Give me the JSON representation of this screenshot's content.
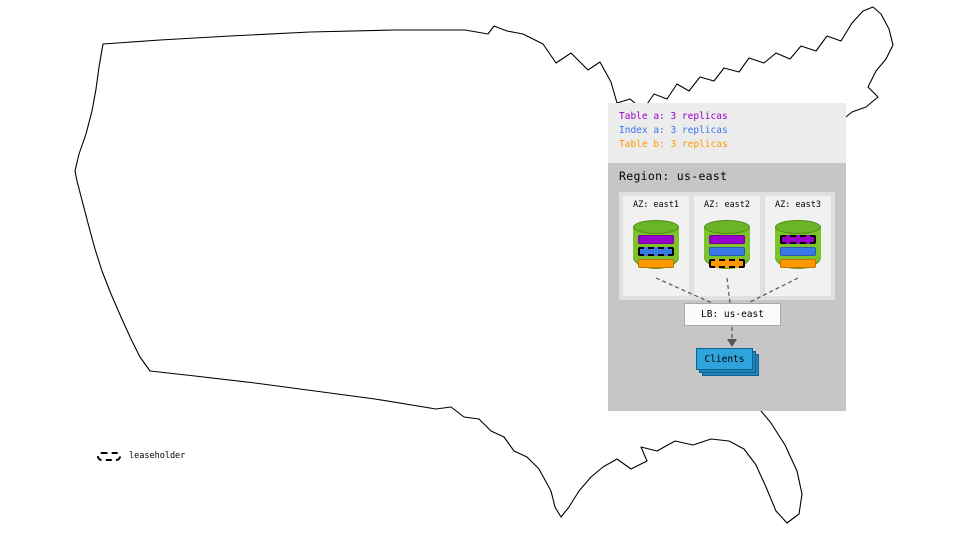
{
  "replica_legend": {
    "items": [
      {
        "label": "Table a: 3 replicas",
        "color": "#9900cc"
      },
      {
        "label": "Index a: 3 replicas",
        "color": "#3b78e8"
      },
      {
        "label": "Table b: 3 replicas",
        "color": "#ff9900"
      }
    ]
  },
  "region": {
    "title": "Region: us-east",
    "azs": [
      {
        "label": "AZ: east1",
        "replicas": [
          {
            "name": "table-a",
            "color": "#9900cc",
            "leaseholder": false
          },
          {
            "name": "index-a",
            "color": "#3b78e8",
            "leaseholder": true
          },
          {
            "name": "table-b",
            "color": "#ff9900",
            "leaseholder": false
          }
        ]
      },
      {
        "label": "AZ: east2",
        "replicas": [
          {
            "name": "table-a",
            "color": "#9900cc",
            "leaseholder": false
          },
          {
            "name": "index-a",
            "color": "#3b78e8",
            "leaseholder": false
          },
          {
            "name": "table-b",
            "color": "#ff9900",
            "leaseholder": true
          }
        ]
      },
      {
        "label": "AZ: east3",
        "replicas": [
          {
            "name": "table-a",
            "color": "#9900cc",
            "leaseholder": true
          },
          {
            "name": "index-a",
            "color": "#3b78e8",
            "leaseholder": false
          },
          {
            "name": "table-b",
            "color": "#ff9900",
            "leaseholder": false
          }
        ]
      }
    ],
    "load_balancer": {
      "label": "LB: us-east"
    },
    "clients": {
      "label": "Clients",
      "color": "#2fa3dc"
    }
  },
  "leaseholder_legend": {
    "label": "leaseholder"
  }
}
